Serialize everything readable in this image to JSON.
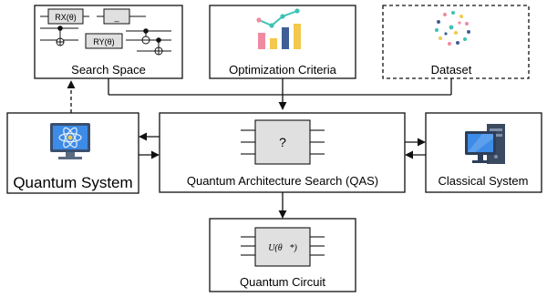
{
  "search_space": {
    "label": "Search Space",
    "gate_rx": "RX(θ)",
    "gate_blank": "_",
    "gate_ry": "RY(θ)"
  },
  "optimization": {
    "label": "Optimization Criteria"
  },
  "dataset": {
    "label": "Dataset"
  },
  "quantum_system": {
    "label": "Quantum System"
  },
  "qas": {
    "label": "Quantum Architecture Search (QAS)",
    "chip_symbol": "?"
  },
  "classical_system": {
    "label": "Classical System"
  },
  "quantum_circuit": {
    "label": "Quantum Circuit",
    "unitary": "U(θ⃗*)"
  },
  "colors": {
    "line": "#111111",
    "chip_fill": "#e0e0e0",
    "bar_pink": "#ef8aa0",
    "bar_yellow": "#f4c84c",
    "bar_teal": "#3cc3b5",
    "bar_navy": "#3f5e96",
    "monitor_blue": "#3d8be6"
  },
  "icons": [
    "circuit-icon",
    "bar-chart-icon",
    "dataset-scatter-icon",
    "quantum-computer-icon",
    "desktop-computer-icon",
    "chip-icon"
  ]
}
